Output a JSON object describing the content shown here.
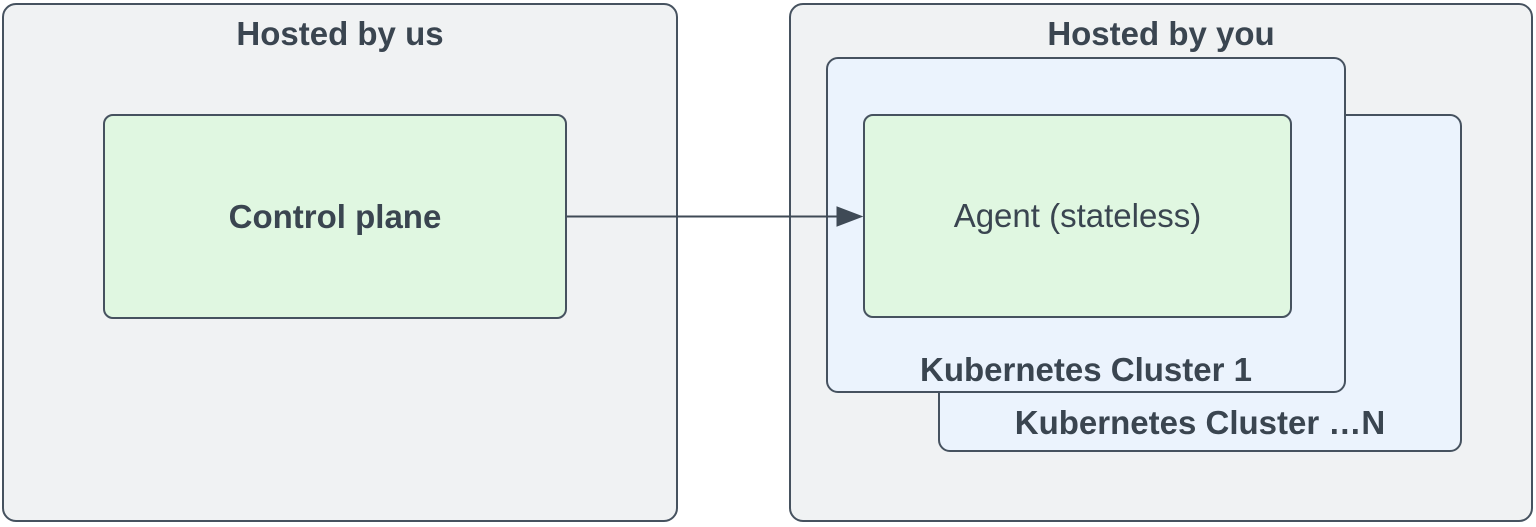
{
  "colors": {
    "canvas_bg": "#ffffff",
    "group_fill": "#f0f2f3",
    "green_fill": "#e0f7e1",
    "blue_fill": "#ebf3fd",
    "border": "#46525f",
    "text": "#3a4550",
    "arrow": "#3f4a56"
  },
  "hosted_by_us": {
    "title": "Hosted by us",
    "control_plane_label": "Control plane"
  },
  "hosted_by_you": {
    "title": "Hosted by you",
    "cluster_1_label": "Kubernetes Cluster 1",
    "agent_label": "Agent (stateless)",
    "cluster_n_label": "Kubernetes Cluster …N"
  }
}
